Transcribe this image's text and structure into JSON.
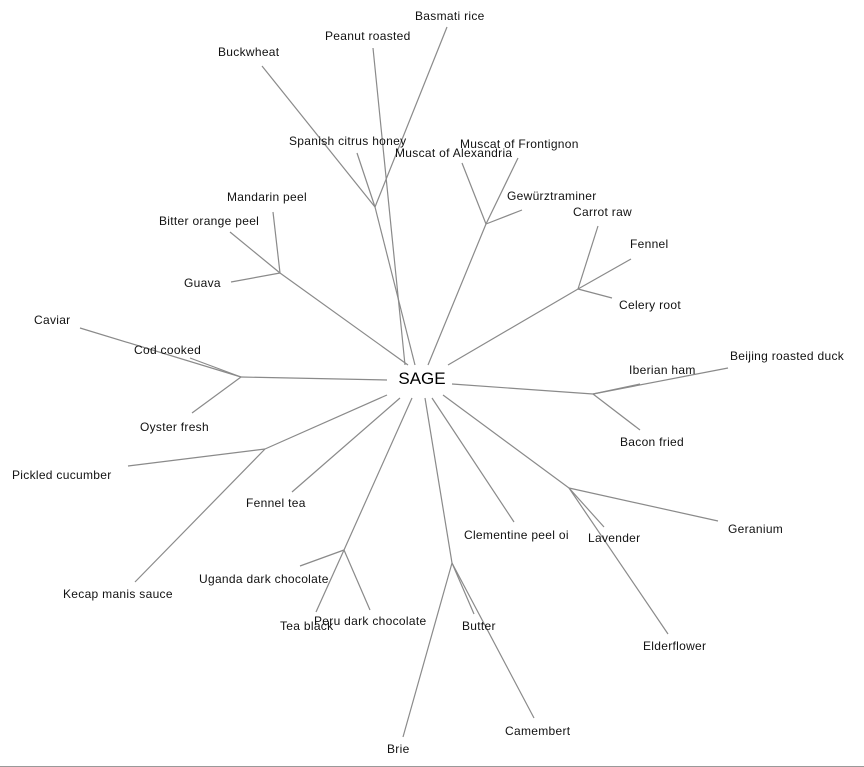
{
  "root": "SAGE",
  "labels": {
    "basmati": "Basmati rice",
    "peanut": "Peanut roasted",
    "buckwheat": "Buckwheat",
    "honey": "Spanish citrus honey",
    "muscat_f": "Muscat of Frontignon",
    "muscat_a": "Muscat of Alexandria",
    "gewurz": "Gewürztraminer",
    "mandarin": "Mandarin peel",
    "bitter": "Bitter orange peel",
    "carrot": "Carrot raw",
    "fennel": "Fennel",
    "guava": "Guava",
    "celery": "Celery root",
    "caviar": "Caviar",
    "cod": "Cod cooked",
    "iberian": "Iberian ham",
    "beijing": "Beijing roasted duck",
    "oyster": "Oyster fresh",
    "bacon": "Bacon fried",
    "pickled": "Pickled cucumber",
    "fennel_tea": "Fennel tea",
    "clementine": "Clementine peel oi",
    "lavender": "Lavender",
    "geranium": "Geranium",
    "uganda": "Uganda dark chocolate",
    "kecap": "Kecap manis sauce",
    "tea_black": "Tea black",
    "peru": "Peru dark chocolate",
    "butter": "Butter",
    "elderflower": "Elderflower",
    "camembert": "Camembert",
    "brie": "Brie"
  },
  "colors": {
    "edge": "#8a8a8a",
    "text": "#111111"
  }
}
